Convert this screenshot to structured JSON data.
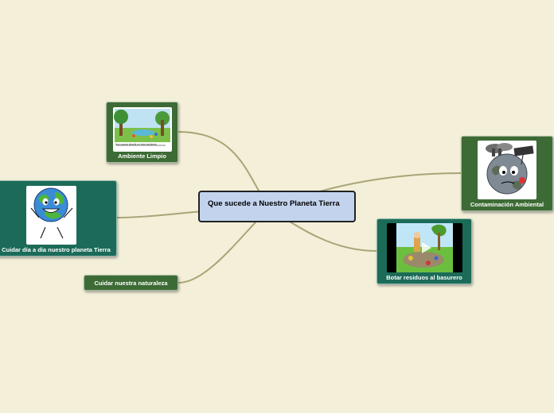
{
  "central": {
    "title": "Que sucede a Nuestro Planeta Tierra"
  },
  "nodes": {
    "ambiente": {
      "label": "Ambiente Limpio",
      "image_caption": "Nos vamos divertir en este ambiente"
    },
    "cuidar_dia": {
      "label": "Cuidar día a día nuestro planeta Tierra"
    },
    "cuidar_naturaleza": {
      "label": "Cuidar nuestra naturaleza"
    },
    "contaminacion": {
      "label": "Contaminación Ambiental"
    },
    "botar": {
      "label": "Botar residuos al basurero"
    }
  },
  "colors": {
    "background": "#f3efd9",
    "node_green": "#3d6b35",
    "node_teal": "#1b6b58",
    "central_fill": "#c3d3ee",
    "connector": "#a8a576"
  }
}
